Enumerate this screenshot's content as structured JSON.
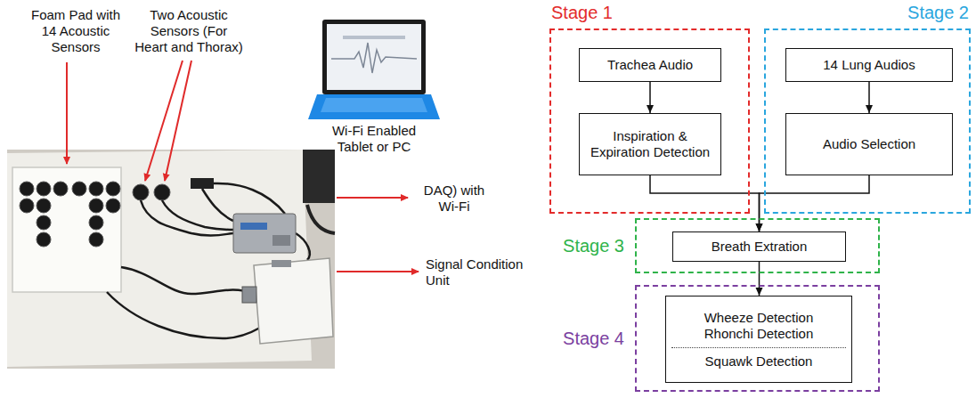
{
  "diagram": {
    "nodes": [
      {
        "text": [
          "Stage 1"
        ]
      },
      {
        "text": [
          "Trachea Audio"
        ],
        "in": 0
      },
      {
        "text": [
          "Inspiration & Expiration Detection"
        ],
        "in": 0
      },
      {
        "text": [
          "Stage 2"
        ]
      },
      {
        "text": [
          "14 Lung Audios"
        ],
        "in": 3
      },
      {
        "text": [
          "Audio Selection"
        ],
        "in": 3
      },
      {
        "text": [
          "Stage 3"
        ]
      },
      {
        "text": [
          "Breath Extration"
        ],
        "in": 6
      },
      {
        "text": [
          "Stage 4"
        ]
      },
      {
        "text": [
          "Wheeze Detection",
          "Rhonchi Detection",
          "Squawk Detection"
        ],
        "in": 8
      }
    ],
    "edges": [
      {
        "from": 1,
        "to": 2,
        "arrow": "to"
      },
      {
        "from": 4,
        "to": 5,
        "arrow": "to"
      },
      {
        "from": 2,
        "to": 7,
        "arrow": "to"
      },
      {
        "from": 5,
        "to": 7,
        "arrow": "to"
      },
      {
        "from": 7,
        "to": 9,
        "arrow": "to"
      }
    ],
    "labels": [
      "Foam Pad with 14 Acoustic Sensors",
      "Two Acoustic Sensors (For Heart and Thorax)",
      "Wi-Fi Enabled Tablet or PC",
      "DAQ) with Wi-Fi",
      "Signal Condition Unit"
    ]
  }
}
